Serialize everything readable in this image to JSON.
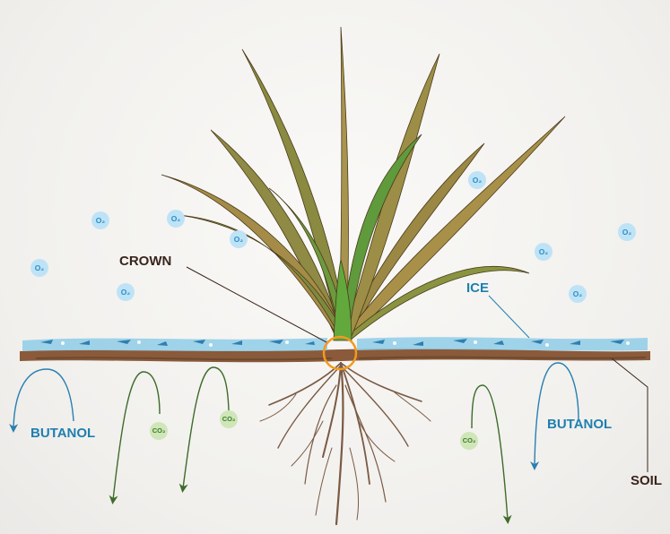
{
  "labels": {
    "crown": "CROWN",
    "ice": "ICE",
    "soil": "SOIL",
    "butanol_left": "BUTANOL",
    "butanol_right": "BUTANOL"
  },
  "bubbles": {
    "o2": "O2",
    "co2": "CO2"
  },
  "colors": {
    "label_dark": "#3a241c",
    "label_blue": "#1f7fb0",
    "o2_fill": "#bfe3f6",
    "co2_fill": "#cfe6b8",
    "butanol_arrow": "#2a7fb0",
    "co2_arrow": "#3e6b2a",
    "crown_ring": "#f39a1e",
    "soil": "#8a5a3a",
    "ice": "#5fb2d6",
    "roots": "#7a5a44",
    "leaves": "#a08a4a"
  },
  "icons": [
    "plant-illustration",
    "root-system",
    "ice-layer",
    "soil-layer",
    "crown-marker-ring"
  ]
}
